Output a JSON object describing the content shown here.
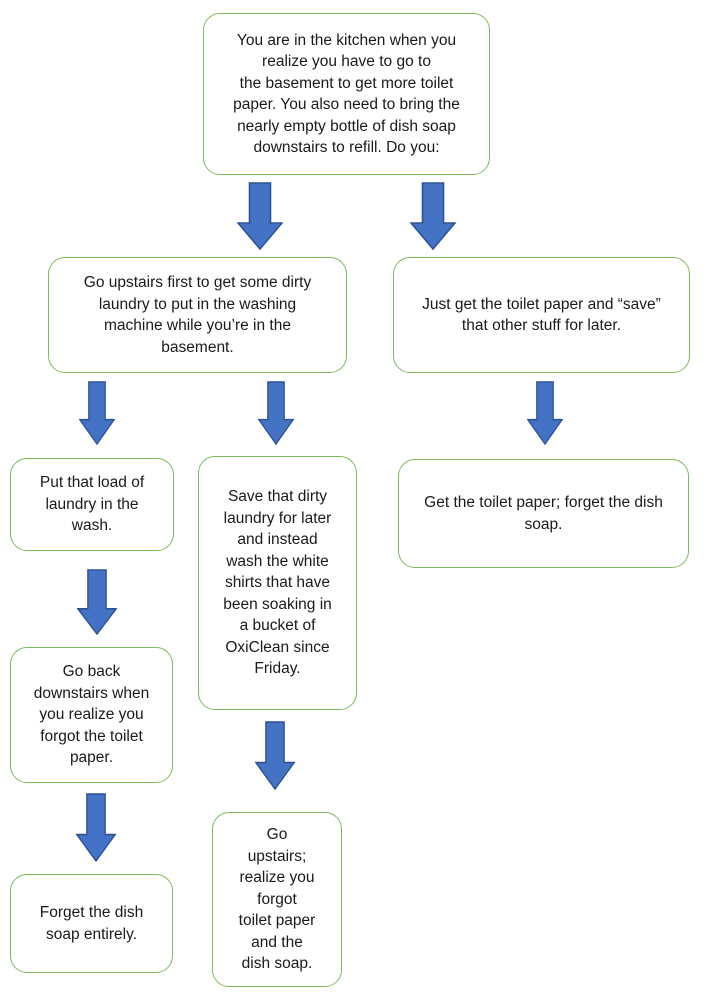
{
  "colors": {
    "page_bg": "#ffffff",
    "box_bg": "#ffffff",
    "box_border": "#7cbb57",
    "arrow_fill": "#4472c4",
    "arrow_stroke": "#2e5395",
    "text_color": "#1a1a1a"
  },
  "diagram": {
    "type": "flowchart",
    "nodes": {
      "start": {
        "text": "You are in the kitchen when you\nrealize you have to go to\nthe basement to get more toilet\npaper. You also need to bring the\nnearly empty bottle of dish soap\ndownstairs to refill. Do you:"
      },
      "laundry_first": {
        "text": "Go upstairs first to get some dirty\nlaundry to put in the washing\nmachine while you’re in the\nbasement."
      },
      "tp_only": {
        "text": "Just get the toilet paper and “save”\nthat other stuff for later."
      },
      "wash_load": {
        "text": "Put that load of\nlaundry in the\nwash."
      },
      "wash_whites": {
        "text": "Save that dirty\nlaundry for later\nand instead\nwash the white\nshirts that have\nbeen soaking in\na bucket of\nOxiClean since\nFriday."
      },
      "get_tp": {
        "text": "Get the toilet paper; forget the dish\nsoap."
      },
      "go_back": {
        "text": "Go back\ndownstairs when\nyou realize you\nforgot the toilet\npaper."
      },
      "forget_soap": {
        "text": "Forget the dish\nsoap entirely."
      },
      "go_up_forgot": {
        "text": "Go\nupstairs;\nrealize you\nforgot\ntoilet paper\nand the\ndish soap."
      }
    },
    "edges": [
      {
        "from": "start",
        "to": "laundry_first"
      },
      {
        "from": "start",
        "to": "tp_only"
      },
      {
        "from": "laundry_first",
        "to": "wash_load"
      },
      {
        "from": "laundry_first",
        "to": "wash_whites"
      },
      {
        "from": "tp_only",
        "to": "get_tp"
      },
      {
        "from": "wash_load",
        "to": "go_back"
      },
      {
        "from": "go_back",
        "to": "forget_soap"
      },
      {
        "from": "wash_whites",
        "to": "go_up_forgot"
      }
    ]
  }
}
